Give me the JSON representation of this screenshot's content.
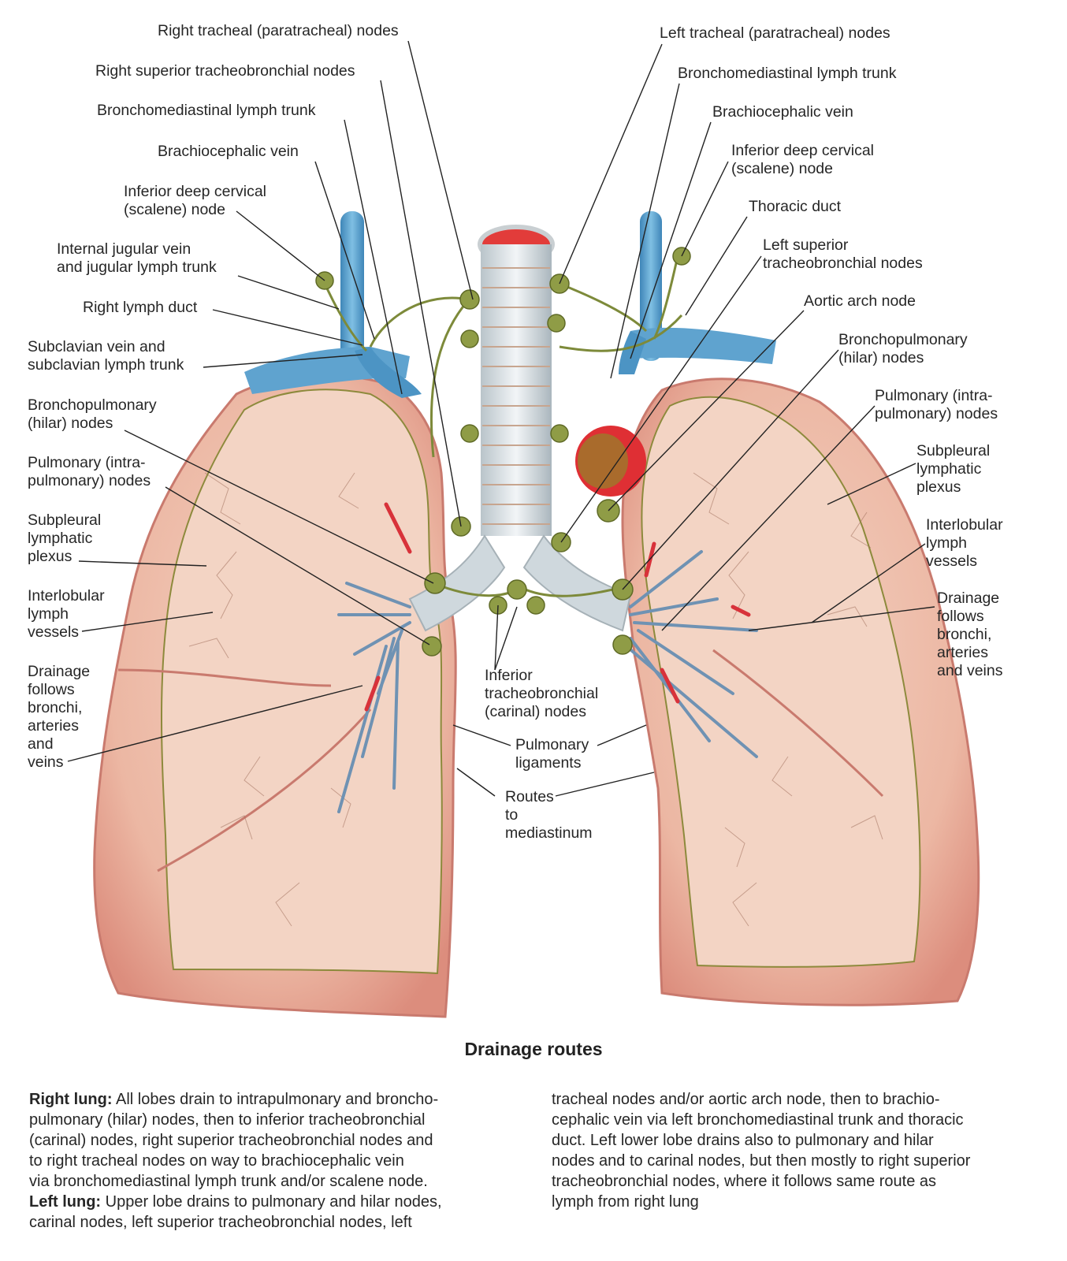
{
  "labels": {
    "right_tracheal": "Right tracheal (paratracheal) nodes",
    "right_sup_tracheobronchial": "Right superior tracheobronchial nodes",
    "right_bronchomediastinal": "Bronchomediastinal lymph trunk",
    "right_brachiocephalic": "Brachiocephalic vein",
    "right_scalene": [
      "Inferior deep cervical",
      "(scalene) node"
    ],
    "right_internal_jugular": [
      "Internal jugular vein",
      "and jugular lymph trunk"
    ],
    "right_lymph_duct": "Right lymph duct",
    "right_subclavian": [
      "Subclavian vein and",
      "subclavian lymph trunk"
    ],
    "right_hilar": [
      "Bronchopulmonary",
      "(hilar) nodes"
    ],
    "right_pulmonary": [
      "Pulmonary (intra-",
      "pulmonary) nodes"
    ],
    "right_subpleural": [
      "Subpleural",
      "lymphatic",
      "plexus"
    ],
    "right_interlobular": [
      "Interlobular",
      "lymph",
      "vessels"
    ],
    "right_drainage": [
      "Drainage",
      "follows",
      "bronchi,",
      "arteries",
      "and",
      "veins"
    ],
    "left_tracheal": "Left tracheal (paratracheal) nodes",
    "left_bronchomediastinal": "Bronchomediastinal lymph trunk",
    "left_brachiocephalic": "Brachiocephalic vein",
    "left_scalene": [
      "Inferior deep cervical",
      "(scalene) node"
    ],
    "left_thoracic_duct": "Thoracic duct",
    "left_sup_tracheobronchial": [
      "Left superior",
      "tracheobronchial nodes"
    ],
    "left_aortic_arch": "Aortic arch node",
    "left_hilar": [
      "Bronchopulmonary",
      "(hilar) nodes"
    ],
    "left_pulmonary": [
      "Pulmonary (intra-",
      "pulmonary) nodes"
    ],
    "left_subpleural": [
      "Subpleural",
      "lymphatic",
      "plexus"
    ],
    "left_interlobular": [
      "Interlobular",
      "lymph",
      "vessels"
    ],
    "left_drainage": [
      "Drainage",
      "follows",
      "bronchi,",
      "arteries",
      "and veins"
    ],
    "carinal": [
      "Inferior",
      "tracheobronchial",
      "(carinal) nodes"
    ],
    "pulmonary_ligaments": [
      "Pulmonary",
      "ligaments"
    ],
    "routes": [
      "Routes",
      "to",
      "mediastinum"
    ]
  },
  "caption": {
    "title": "Drainage routes",
    "left_column": [
      {
        "bold": "Right lung:",
        "text": " All lobes drain to intrapulmonary and broncho-"
      },
      {
        "bold": "",
        "text": "pulmonary (hilar) nodes, then to inferior tracheobronchial"
      },
      {
        "bold": "",
        "text": "(carinal) nodes, right superior tracheobronchial nodes and"
      },
      {
        "bold": "",
        "text": "to right tracheal nodes on way to brachiocephalic vein"
      },
      {
        "bold": "",
        "text": "via bronchomediastinal lymph trunk and/or scalene node."
      },
      {
        "bold": "Left lung:",
        "text": " Upper lobe drains to pulmonary and hilar nodes,"
      },
      {
        "bold": "",
        "text": "carinal nodes, left superior tracheobronchial nodes, left"
      }
    ],
    "right_column": [
      "tracheal nodes and/or aortic arch node, then to brachio-",
      "cephalic vein via left bronchomediastinal trunk and thoracic",
      "duct. Left lower lobe drains also to pulmonary and hilar",
      "nodes and to carinal nodes, but then mostly to right superior",
      "tracheobronchial nodes, where it follows same route as",
      "lymph from right lung"
    ]
  },
  "colors": {
    "lung_fill": "#efc2ae",
    "lung_edge": "#d98c80",
    "lymph": "#7d8a3a",
    "node": "#8f9c46",
    "vein": "#5fa3cf",
    "artery": "#d8323a",
    "trachea": "#d9e1e6"
  }
}
